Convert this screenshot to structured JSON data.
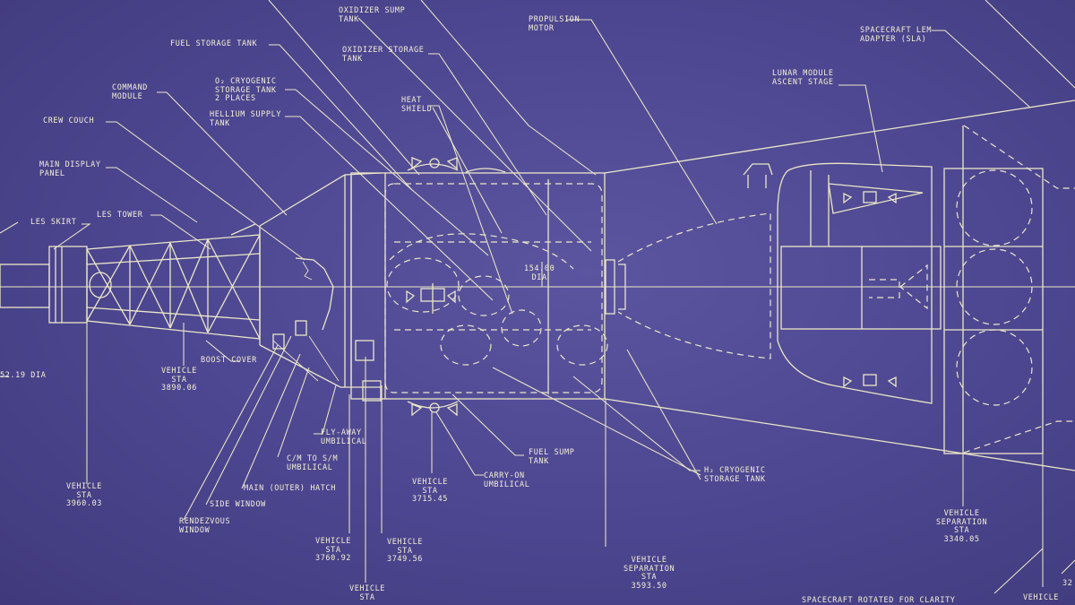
{
  "labels": {
    "oxidizer_sump_tank": "OXIDIZER SUMP\nTANK",
    "propulsion_motor": "PROPULSION\nMOTOR",
    "fuel_storage_tank": "FUEL STORAGE TANK",
    "oxidizer_storage_tank": "OXIDIZER STORAGE\nTANK",
    "spacecraft_lem_adapter": "SPACECRAFT LEM\nADAPTER (SLA)",
    "command_module": "COMMAND\nMODULE",
    "o2_cryogenic_storage_tank": "O₂ CRYOGENIC\nSTORAGE TANK\n2 PLACES",
    "lunar_module_ascent_stage": "LUNAR MODULE\nASCENT STAGE",
    "helium_supply_tank": "HELLIUM SUPPLY\nTANK",
    "heat_shield": "HEAT\nSHIELD",
    "crew_couch": "CREW COUCH",
    "main_display_panel": "MAIN DISPLAY\nPANEL",
    "les_skirt": "LES SKIRT",
    "les_tower": "LES TOWER",
    "diameter_154": "154.00\nDIA",
    "dia_52_19": "52.19 DIA",
    "boost_cover": "BOOST COVER",
    "vehicle_sta_3890": "VEHICLE\nSTA\n3890.06",
    "fly_away_umbilical": "FLY-AWAY\nUMBILICAL",
    "cm_to_sm_umbilical": "C/M TO S/M\nUMBILICAL",
    "fuel_sump_tank": "FUEL SUMP\nTANK",
    "h2_cryogenic_storage_tank": "H₂ CRYOGENIC\nSTORAGE TANK",
    "vehicle_sta_3960": "VEHICLE\nSTA\n3960.03",
    "main_outer_hatch": "MAIN (OUTER) HATCH",
    "side_window": "SIDE WINDOW",
    "carry_on_umbilical": "CARRY-ON\nUMBILICAL",
    "vehicle_sta_3715": "VEHICLE\nSTA\n3715.45",
    "rendezvous_window": "RENDEZVOUS\nWINDOW",
    "vehicle_separation_sta_3340": "VEHICLE\nSEPARATION\nSTA\n3340.05",
    "vehicle_sta_3760": "VEHICLE\nSTA\n3760.92",
    "vehicle_sta_3749": "VEHICLE\nSTA\n3749.56",
    "vehicle_separation_sta_3593": "VEHICLE\nSEPARATION\nSTA\n3593.50",
    "vehicle_sta_bottom": "VEHICLE\nSTA",
    "spacecraft_rotated": "SPACECRAFT ROTATED FOR CLARITY",
    "vehicle_right_edge": "VEHICLE",
    "number_right_edge": "32"
  },
  "colors": {
    "paper": "#4c4690",
    "ink": "#ece6c8"
  }
}
